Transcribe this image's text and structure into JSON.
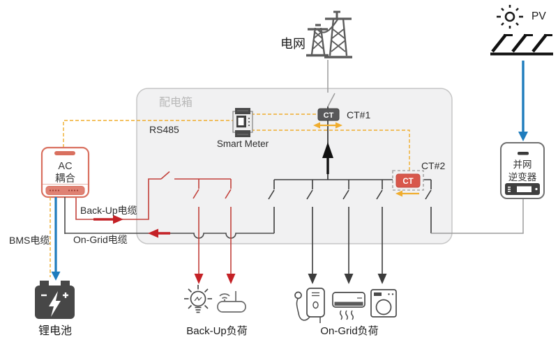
{
  "diagram": {
    "grid": {
      "label": "电网",
      "icon": "transmission-tower-icon"
    },
    "pv": {
      "label": "PV",
      "icons": [
        "sun-icon",
        "solar-panel-icon"
      ]
    },
    "inverter": {
      "name_line1": "并网",
      "name_line2": "逆变器"
    },
    "distribution_box": {
      "label": "配电箱"
    },
    "smart_meter": {
      "label": "Smart Meter",
      "bus_label": "RS485",
      "icon": "smart-meter-icon"
    },
    "ct1": {
      "badge": "CT",
      "label": "CT#1"
    },
    "ct2": {
      "badge": "CT",
      "label": "CT#2"
    },
    "ac_coupler": {
      "name_line1": "AC",
      "name_line2": "耦合"
    },
    "battery": {
      "label": "锂电池",
      "icon": "battery-icon"
    },
    "cables": {
      "bms": "BMS电缆",
      "backup": "Back-Up电缆",
      "ongrid": "On-Grid电缆"
    },
    "loads": {
      "backup": {
        "label": "Back-Up负荷",
        "icons": [
          "light-bulb-icon",
          "wifi-router-icon"
        ]
      },
      "ongrid": {
        "label": "On-Grid负荷",
        "icons": [
          "water-heater-icon",
          "air-conditioner-icon",
          "washing-machine-icon"
        ]
      }
    },
    "colors": {
      "comm_dashed_yellow": "#F0AD2E",
      "backup_circuit_red": "#C2403A",
      "flow_arrow_red": "#C42126",
      "dc_arrow_blue": "#1E7CBD",
      "ongrid_circuit_dark": "#3C3C3C",
      "ct1_badge_fill": "#58585A",
      "ct2_badge_fill": "#D8584C",
      "ac_coupler_border": "#D9705F",
      "distribution_box_fill": "#F1F1F2"
    }
  }
}
